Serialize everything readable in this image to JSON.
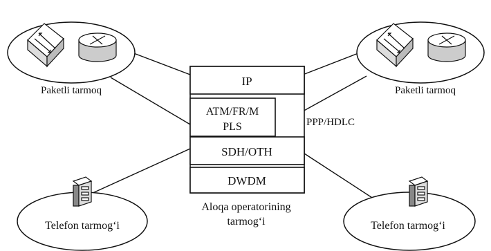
{
  "networks": {
    "top_left_label": "Paketli tarmoq",
    "top_right_label": "Paketli tarmoq",
    "bottom_left_label": "Telefon tarmog‘i",
    "bottom_right_label": "Telefon tarmog‘i"
  },
  "stack": {
    "layers": [
      "IP",
      "ATM/FR/M",
      "PLS",
      "SDH/OTH",
      "DWDM"
    ],
    "side_label": "PPP/HDLC",
    "caption_line1": "Aloqa operatorining",
    "caption_line2": "tarmog‘i"
  },
  "icons": {
    "switch": "switch-icon",
    "router": "router-icon",
    "telephone_exchange": "telephone-exchange-icon"
  }
}
